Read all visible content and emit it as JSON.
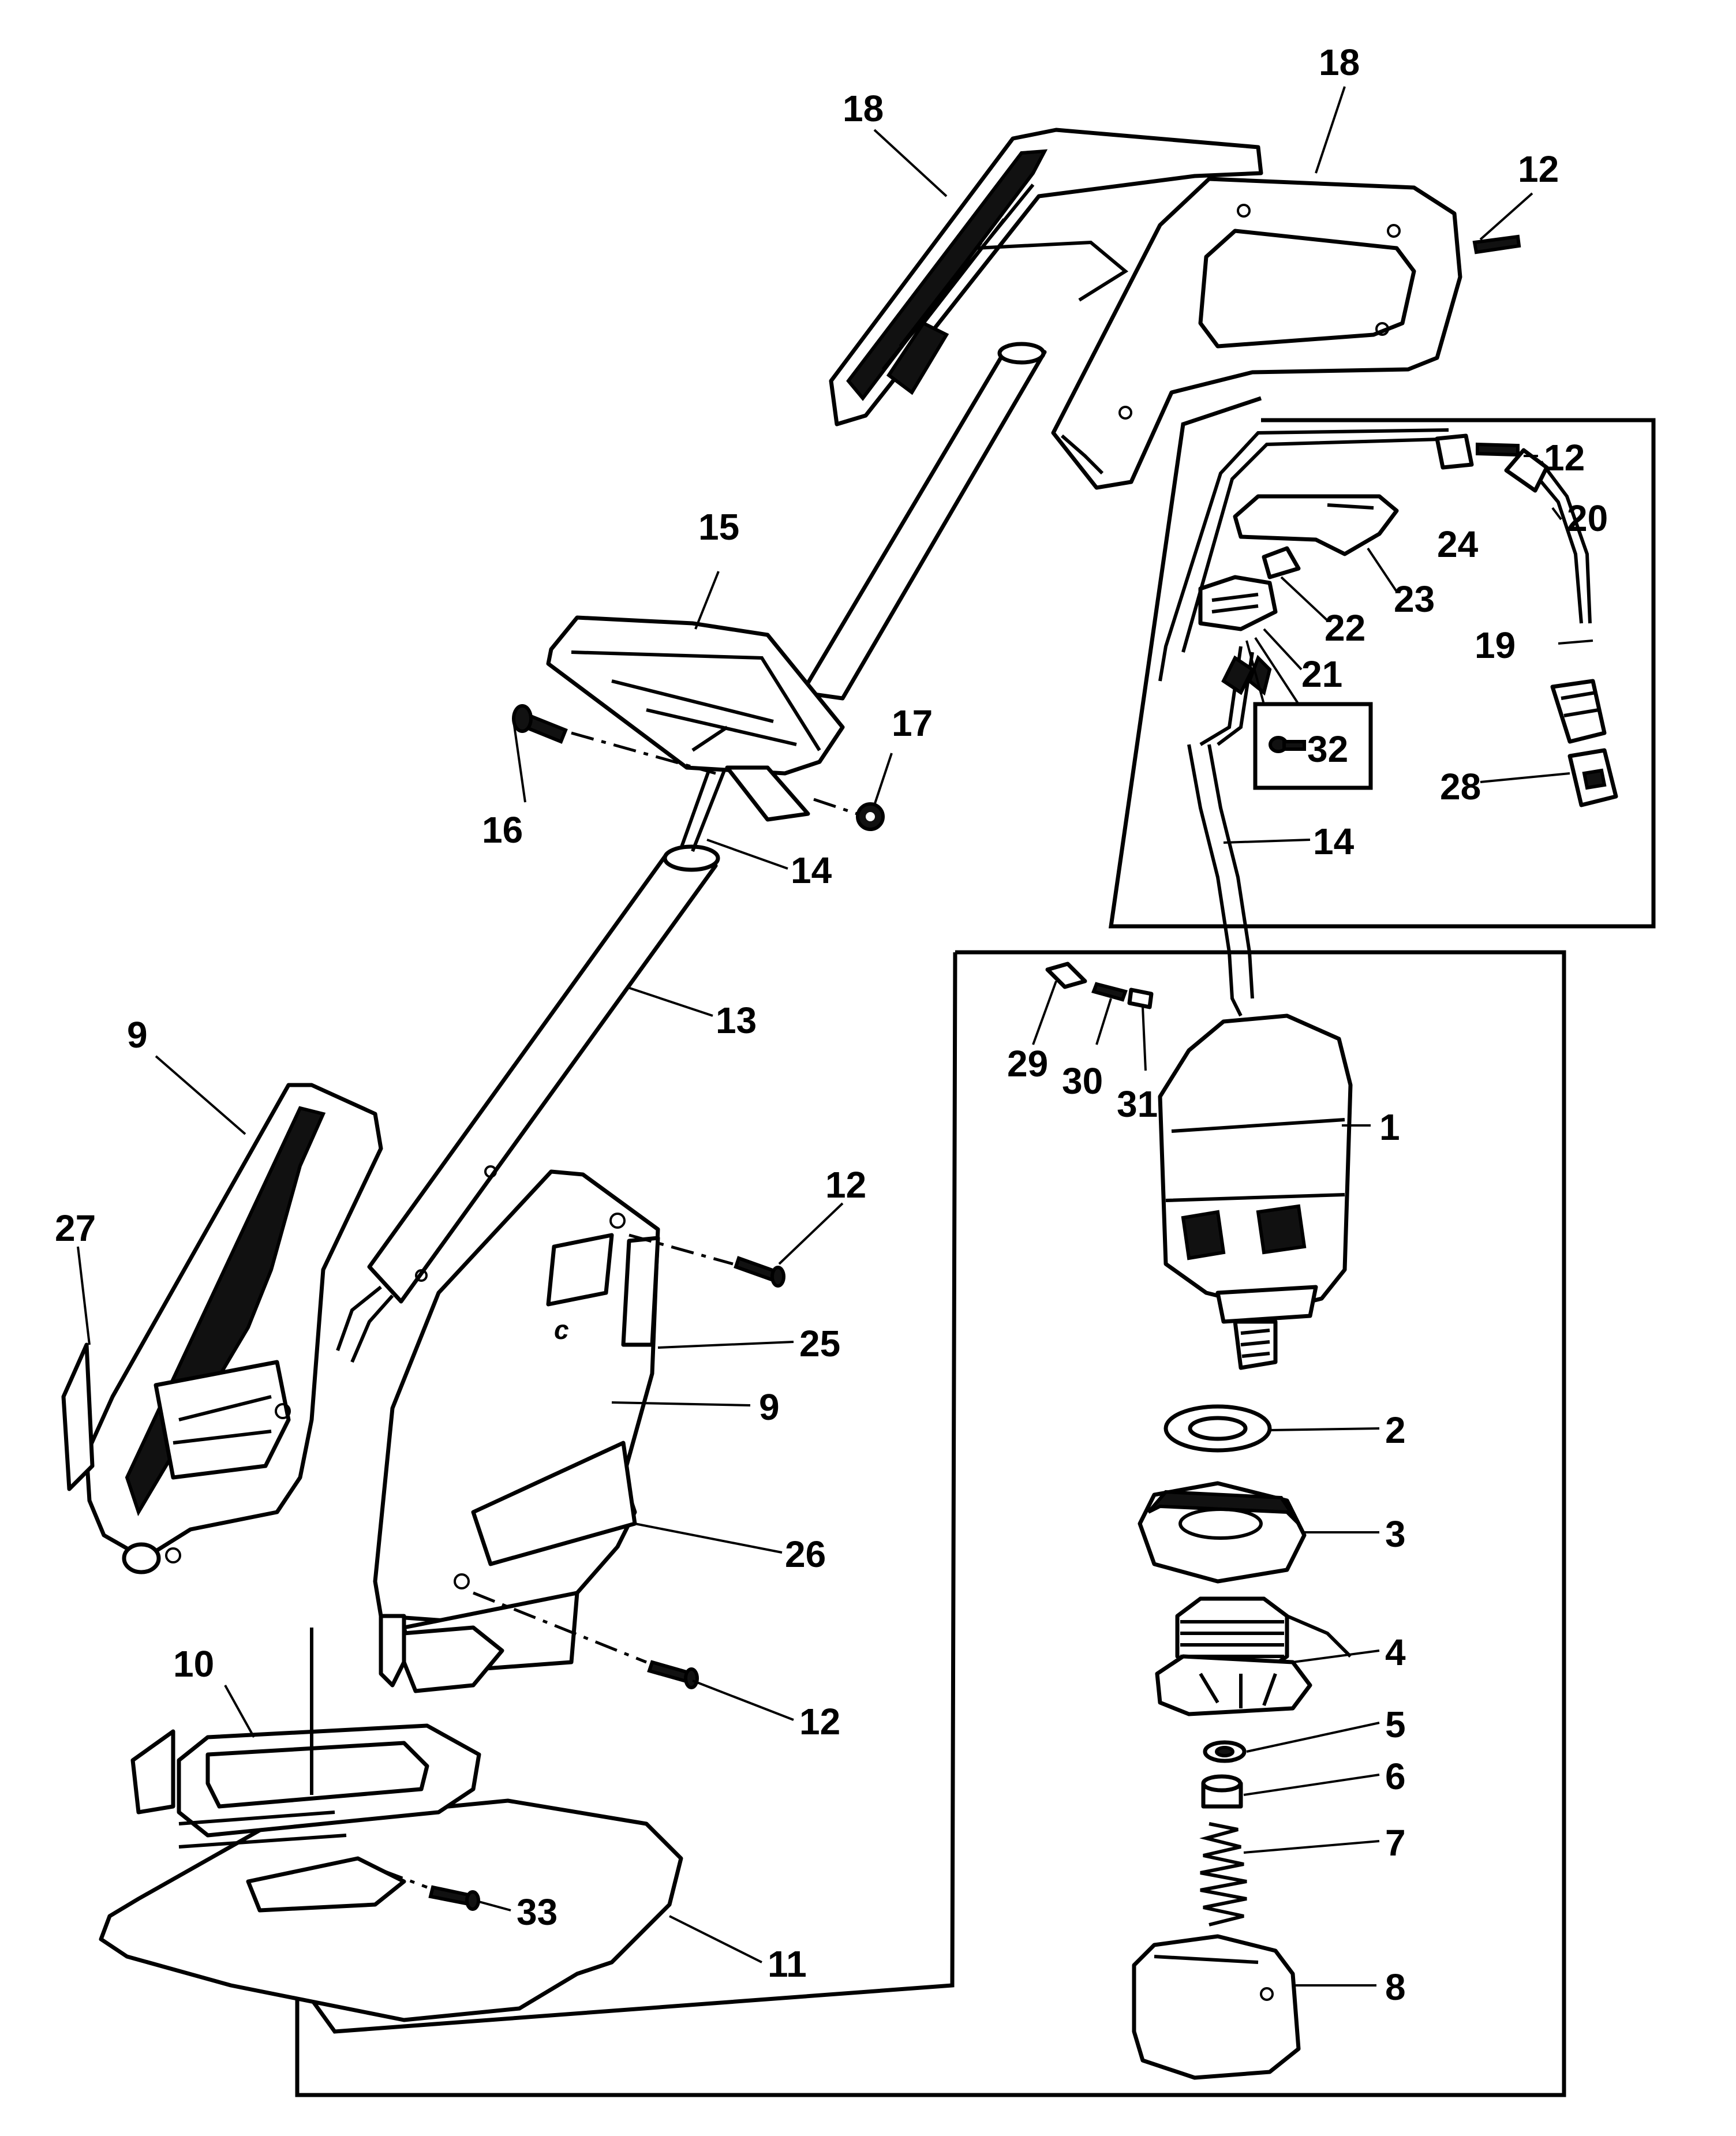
{
  "title": "Exploded parts diagram — electric string trimmer",
  "callouts": {
    "c1": "1",
    "c2": "2",
    "c3": "3",
    "c4": "4",
    "c5": "5",
    "c6": "6",
    "c7": "7",
    "c8": "8",
    "c9a": "9",
    "c9b": "9",
    "c10": "10",
    "c11": "11",
    "c12a": "12",
    "c12b": "12",
    "c12c": "12",
    "c12d": "12",
    "c13": "13",
    "c14a": "14",
    "c14b": "14",
    "c15": "15",
    "c16": "16",
    "c17": "17",
    "c18a": "18",
    "c18b": "18",
    "c19": "19",
    "c20": "20",
    "c21": "21",
    "c22": "22",
    "c23": "23",
    "c24": "24",
    "c25": "25",
    "c26": "26",
    "c27": "27",
    "c28": "28",
    "c29": "29",
    "c30": "30",
    "c31": "31",
    "c32": "32",
    "c33": "33"
  },
  "housing_mark": "c"
}
